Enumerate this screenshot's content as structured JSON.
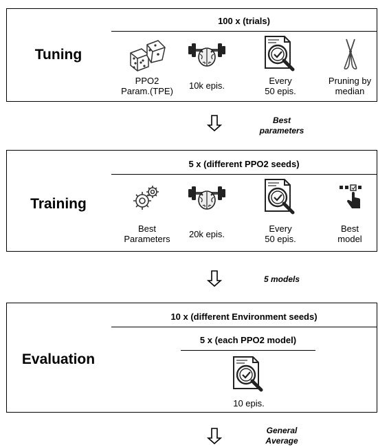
{
  "tuning": {
    "stage": "Tuning",
    "header": "100 x (trials)",
    "items": [
      {
        "icon": "dice-icon",
        "label": "PPO2\nParam.(TPE)"
      },
      {
        "icon": "brain-barbell-icon",
        "label": "10k epis."
      },
      {
        "icon": "checklist-magnifier-icon",
        "label": "Every\n50 epis."
      },
      {
        "icon": "pruning-shears-icon",
        "label": "Pruning by\nmedian"
      }
    ]
  },
  "arrow1": {
    "note": "Best\nparameters"
  },
  "training": {
    "stage": "Training",
    "header": "5 x (different PPO2 seeds)",
    "items": [
      {
        "icon": "gears-icon",
        "label": "Best\nParameters"
      },
      {
        "icon": "brain-barbell-icon",
        "label": "20k epis."
      },
      {
        "icon": "checklist-magnifier-icon",
        "label": "Every\n50 epis."
      },
      {
        "icon": "select-hand-icon",
        "label": "Best\nmodel"
      }
    ]
  },
  "arrow2": {
    "note": "5 models"
  },
  "evaluation": {
    "stage": "Evaluation",
    "header": "10 x (different Environment seeds)",
    "subheader": "5 x (each PPO2 model)",
    "items": [
      {
        "icon": "checklist-magnifier-icon",
        "label": "10 epis."
      }
    ]
  },
  "arrow3": {
    "note": "General\nAverage"
  }
}
